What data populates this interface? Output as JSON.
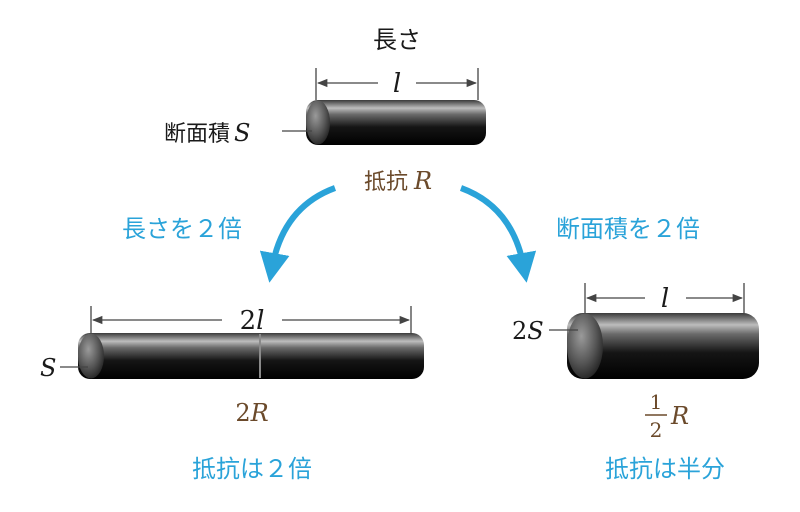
{
  "colors": {
    "black": "#1a1a1a",
    "brown": "#6b4a2b",
    "blue": "#2aa3d9",
    "dim": "#444444"
  },
  "top": {
    "length_label": "長さ",
    "length_symbol": "l",
    "area_label": "断面積",
    "area_symbol": "S",
    "resistance_label": "抵抗",
    "resistance_symbol": "R"
  },
  "left_arrow_label": "長さを２倍",
  "right_arrow_label": "断面積を２倍",
  "left": {
    "length_coef": "2",
    "length_symbol": "l",
    "area_symbol": "S",
    "resistance_coef": "2",
    "resistance_symbol": "R",
    "result": "抵抗は２倍"
  },
  "right": {
    "length_symbol": "l",
    "area_coef": "2",
    "area_symbol": "S",
    "frac_num": "1",
    "frac_den": "2",
    "resistance_symbol": "R",
    "result": "抵抗は半分"
  }
}
